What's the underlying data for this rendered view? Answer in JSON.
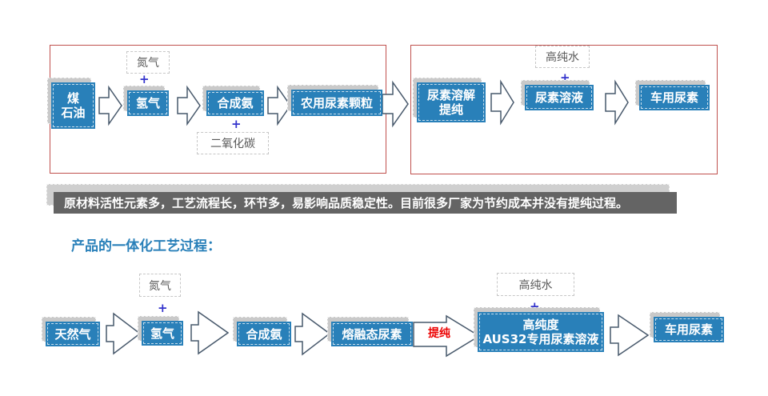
{
  "colors": {
    "node_blue": "#2980b9",
    "frame_red": "#c0504d",
    "banner_gray": "#646464",
    "plus_blue": "#3333cc",
    "purify_red": "#ec0000"
  },
  "top_left_flow": {
    "source": [
      "煤",
      "石油"
    ],
    "nitrogen": "氮气",
    "plus": "+",
    "hydrogen": "氢气",
    "ammonia": "合成氨",
    "co2": "二氧化碳",
    "product": "农用尿素颗粒"
  },
  "top_right_flow": {
    "dissolve": [
      "尿素溶解",
      "提纯"
    ],
    "water": "高纯水",
    "plus": "+",
    "solution": "尿素溶液",
    "product": "车用尿素"
  },
  "banner": {
    "text": "原材料活性元素多，工艺流程长，环节多，易影响品质稳定性。目前很多厂家为节约成本并没有提纯过程。"
  },
  "section_title": "产品的一体化工艺过程：",
  "bottom_flow": {
    "gas": "天然气",
    "nitrogen": "氮气",
    "plus": "+",
    "hydrogen": "氢气",
    "ammonia": "合成氨",
    "molten": "熔融态尿素",
    "purify_label": "提纯",
    "water": "高纯水",
    "aus32": [
      "高纯度",
      "AUS32专用尿素溶液"
    ],
    "product": "车用尿素"
  }
}
